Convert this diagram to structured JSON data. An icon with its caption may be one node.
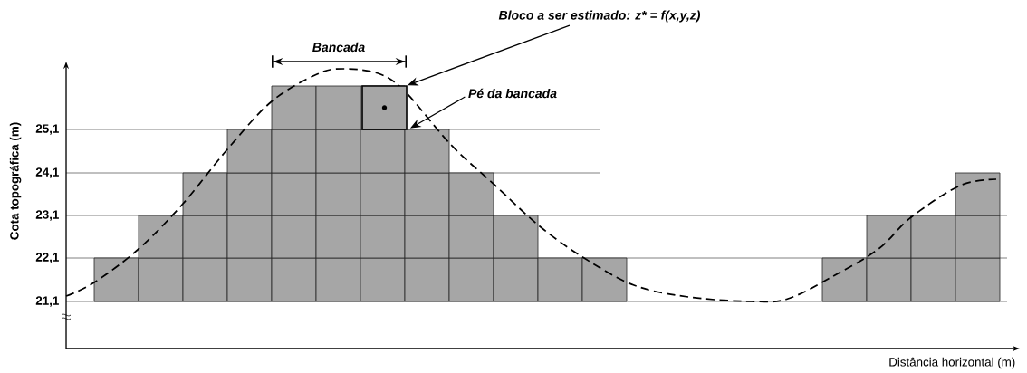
{
  "diagram": {
    "nodes": [
      {
        "text": [
          "Bloco a ser estimado: z* = f(x,y,z)"
        ]
      },
      {
        "text": [
          "Pé da bancada"
        ]
      },
      {
        "text": [],
        "shape": "box"
      }
    ],
    "edges": [
      {
        "from": 0,
        "to": 2,
        "arrow": "to"
      },
      {
        "from": 1,
        "to": 2,
        "arrow": "to"
      }
    ],
    "labels": [
      "Bancada",
      "25,1",
      "24,1",
      "23,1",
      "22,1",
      "21,1",
      "Cota topográfica (m)",
      "Distância horizontal (m)"
    ]
  }
}
